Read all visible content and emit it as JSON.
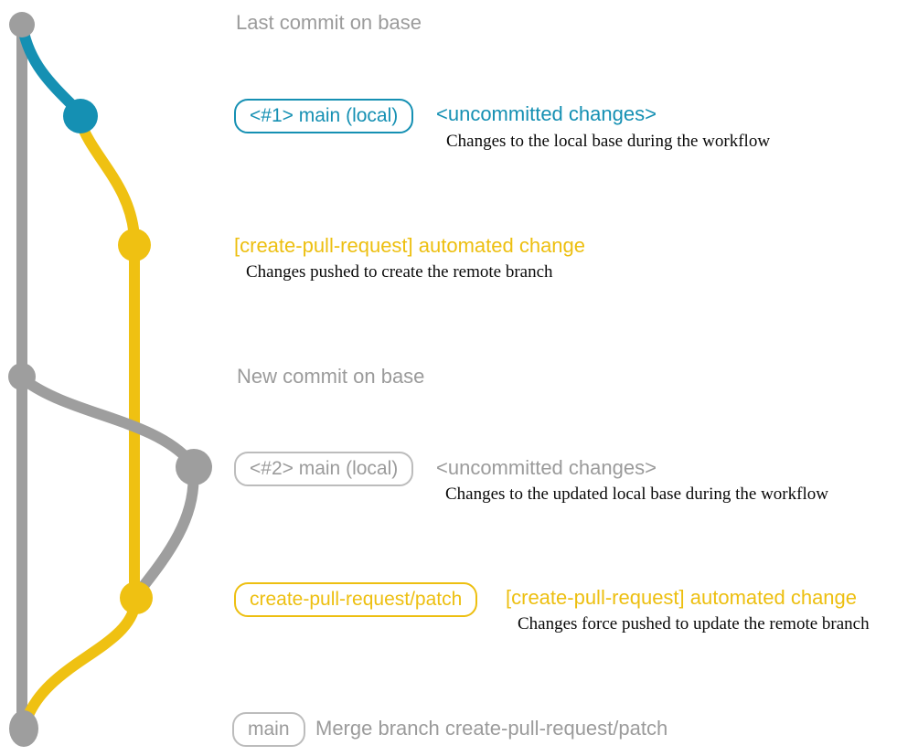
{
  "diagram_title": "create-pull-request action branching strategy diagram",
  "colors": {
    "base_branch_gray": "#9e9e9e",
    "local_changes_blue": "#1590b3",
    "pull_request_branch_yellow": "#efc112",
    "gray_text": "#9b9b9b",
    "description_black": "#0a0a0a"
  },
  "annotations": {
    "last_commit_on_base": "Last commit on base",
    "entry1": {
      "badge": "<#1> main (local)",
      "heading": "<uncommitted changes>",
      "description": "Changes to the local base during the workflow"
    },
    "entry2": {
      "heading": "[create-pull-request] automated change",
      "description": "Changes pushed to create the remote branch"
    },
    "new_commit_on_base": "New commit on base",
    "entry3": {
      "badge": "<#2> main (local)",
      "heading": "<uncommitted changes>",
      "description": "Changes to the updated local base during the workflow"
    },
    "entry4": {
      "badge": "create-pull-request/patch",
      "heading": "[create-pull-request] automated change",
      "description": "Changes force pushed to update the remote branch"
    },
    "entry5": {
      "badge": "main",
      "heading": "Merge branch create-pull-request/patch"
    }
  }
}
